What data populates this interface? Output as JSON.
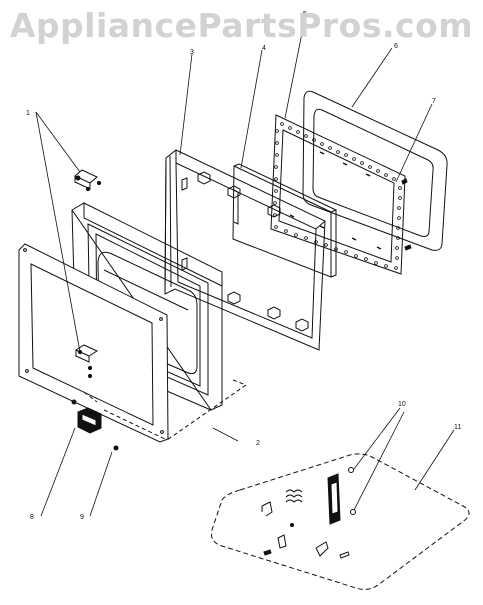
{
  "watermark": "AppliancePartsPros.com",
  "callouts": {
    "c1": "1",
    "c2": "2",
    "c3": "3",
    "c4": "4",
    "c5": "5",
    "c6": "6",
    "c7": "7",
    "c8": "8",
    "c9": "9",
    "c10": "10",
    "c11": "11"
  },
  "colors": {
    "line": "#111111",
    "watermark": "#d2d2d2"
  }
}
